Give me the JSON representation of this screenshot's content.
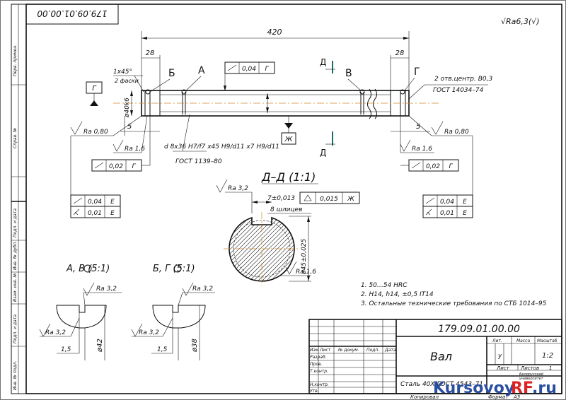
{
  "frame": {
    "doc_code_rotated": "179.09.01.00.00",
    "roughness_general": "√Ra6,3(√)",
    "left_strip_labels": [
      "Перв. примен.",
      "Справ. №",
      "Подп. и дата",
      "Инв. № дубл.",
      "Взам. инв. №",
      "Подп. и дата",
      "Инв. № подл."
    ]
  },
  "main_view": {
    "dim_total": "420",
    "dim_left": "28",
    "dim_right": "28",
    "chamfer_line1": "1x45°",
    "chamfer_line2": "2 фаски",
    "datum_g": "Г",
    "datum_zh": "Ж",
    "label_b": "Б",
    "label_a": "А",
    "label_v": "В",
    "label_g2": "Г",
    "section_mark": "Д",
    "diameter_main": "ø40k6",
    "tol_runout_top_val": "0,04",
    "tol_runout_top_ref": "Г",
    "centers_line1": "2 отв.центр. В0,3",
    "centers_line2": "ГОСТ 14034–74",
    "spline_line1": "d 8x36 H7/f7 x45 H9/d11 x7 H9/d11",
    "spline_line2": "ГОСТ 1139–80",
    "dim_5_left": "5",
    "dim_5_right": "5",
    "ra_left_top": "Ra 0,80",
    "ra_left_mid": "Ra 1,6",
    "ra_right_top": "Ra 0,80",
    "ra_right_mid": "Ra 1,6",
    "tol_left_mid_val": "0,02",
    "tol_left_mid_ref": "Г",
    "tol_right_mid_val": "0,02",
    "tol_right_mid_ref": "Г",
    "tol_left_low1_val": "0,04",
    "tol_left_low1_ref": "Е",
    "tol_left_low2_val": "0,01",
    "tol_left_low2_ref": "Е",
    "tol_right_low1_val": "0,04",
    "tol_right_low1_ref": "Е",
    "tol_right_low2_val": "0,01",
    "tol_right_low2_ref": "Е"
  },
  "section": {
    "title": "Д–Д (1:1)",
    "ra_top": "Ra 3,2",
    "width_dim": "7±0,013",
    "splines": "8 шлицев",
    "tol_val": "0,015",
    "tol_ref": "Ж",
    "diameter": "ø45±0,025",
    "ra_bottom": "Ra 1,6"
  },
  "detail_av": {
    "title": "А, В (5:1)",
    "ra_top": "Ra 3,2",
    "ra_left": "Ra 3,2",
    "dim_15": "1,5",
    "diameter": "ø42"
  },
  "detail_bg": {
    "title": "Б, Г (5:1)",
    "ra_top": "Ra 3,2",
    "ra_left": "Ra 3,2",
    "dim_15": "1,5",
    "diameter": "ø38"
  },
  "notes": [
    "1. 50…54 HRC",
    "2. H14, h14, ±0,5 IT14",
    "3. Остальные технические требования по СТБ 1014–95"
  ],
  "title_block": {
    "doc_code": "179.09.01.00.00",
    "name": "Вал",
    "col_lit": "Лит.",
    "col_mass": "Масса",
    "col_scale": "Масштаб",
    "lit_value": "у",
    "scale_value": "1:2",
    "header_row": [
      "Изм",
      "Лист",
      "№ докум.",
      "Подп.",
      "Дата"
    ],
    "roles": [
      "Разраб.",
      "Пров.",
      "Т.контр.",
      "",
      "Н.контр.",
      "Утв."
    ],
    "sheet_label": "Лист",
    "sheets_label": "Листов",
    "sheets_value": "1",
    "org_line1": "Белорусский",
    "org_line2": "университет",
    "material": "Сталь 40Х ГОСТ 4543–71",
    "copied": "Копировал",
    "format_label": "Формат",
    "format_value": "А3"
  },
  "watermark": {
    "part1": "Kursovoy",
    "part2": "RF",
    "part3": ".ru"
  }
}
